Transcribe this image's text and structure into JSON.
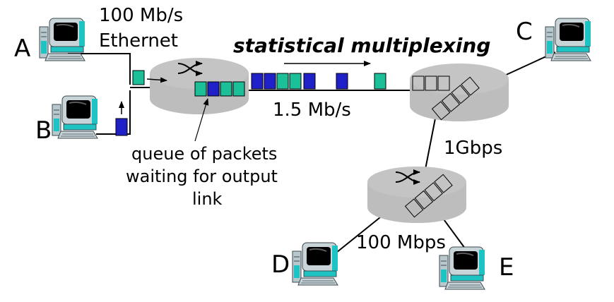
{
  "labels": {
    "link_a_rate": "100 Mb/s",
    "link_a_type": "Ethernet",
    "title": "statistical multiplexing",
    "bottleneck_rate": "1.5 Mb/s",
    "queue_line1": "queue of packets",
    "queue_line2": "waiting for output",
    "queue_line3": "link",
    "core_rate": "1Gbps",
    "edge_rate": "100 Mbps"
  },
  "hosts": {
    "a": "A",
    "b": "B",
    "c": "C",
    "d": "D",
    "e": "E"
  },
  "colors": {
    "packet_green": "#1bbf98",
    "packet_blue": "#2020c8",
    "host_a_label": "#1bbf98",
    "host_b_label": "#2a2ad8",
    "title": "#ff0000",
    "router_fill": "#bdbdbd"
  },
  "link_packet_sequence": [
    "blue",
    "blue",
    "green",
    "green",
    "blue",
    "blue",
    "green"
  ],
  "icons": [
    "computer-icon",
    "router-icon",
    "switch-arrows-icon",
    "packet-icon",
    "arrow-icon"
  ]
}
